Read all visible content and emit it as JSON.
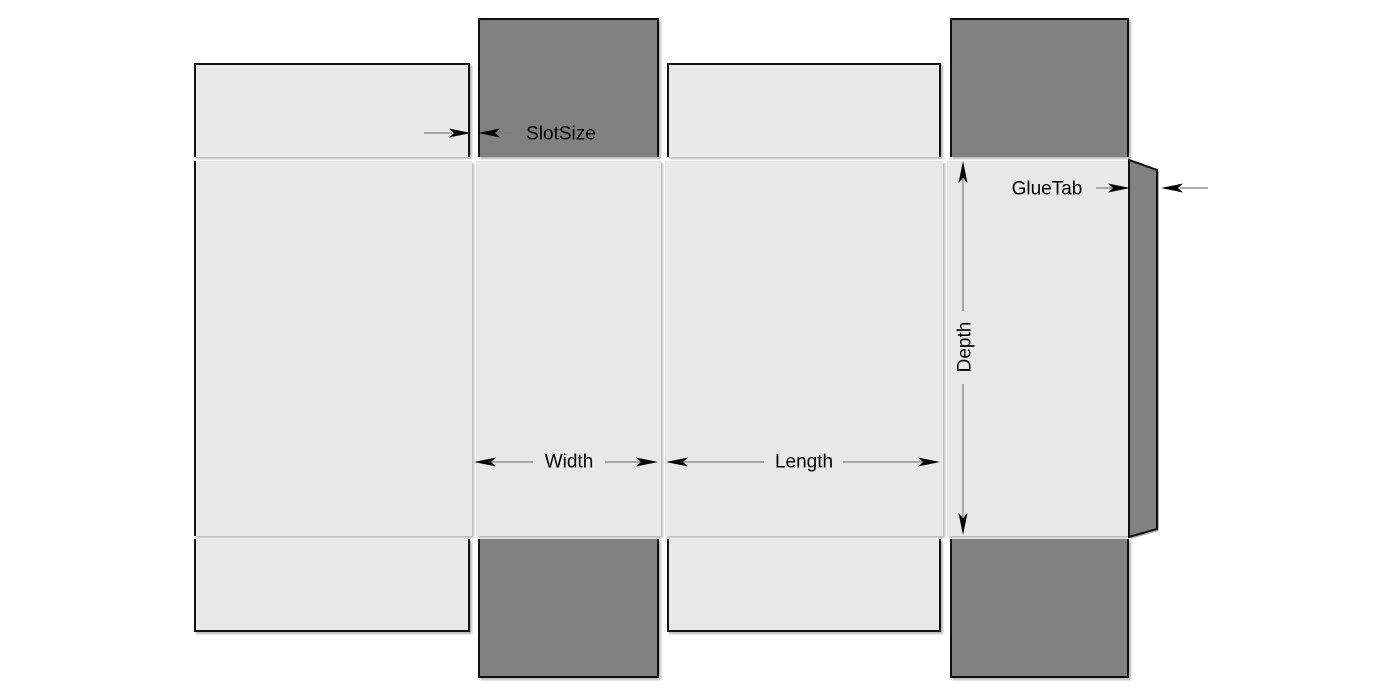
{
  "dieline": {
    "annotations": {
      "slot_size": "SlotSize",
      "glue_tab": "GlueTab",
      "depth": "Depth",
      "width": "Width",
      "length": "Length"
    },
    "colors": {
      "panel_fill": "#e8e8e8",
      "flap_fill": "#818181",
      "cut_outline": "#101010",
      "dimension_line": "#7c7c7c",
      "arrowhead": "#000000",
      "crease_gap": "#ffffff",
      "background": "#ffffff"
    }
  }
}
